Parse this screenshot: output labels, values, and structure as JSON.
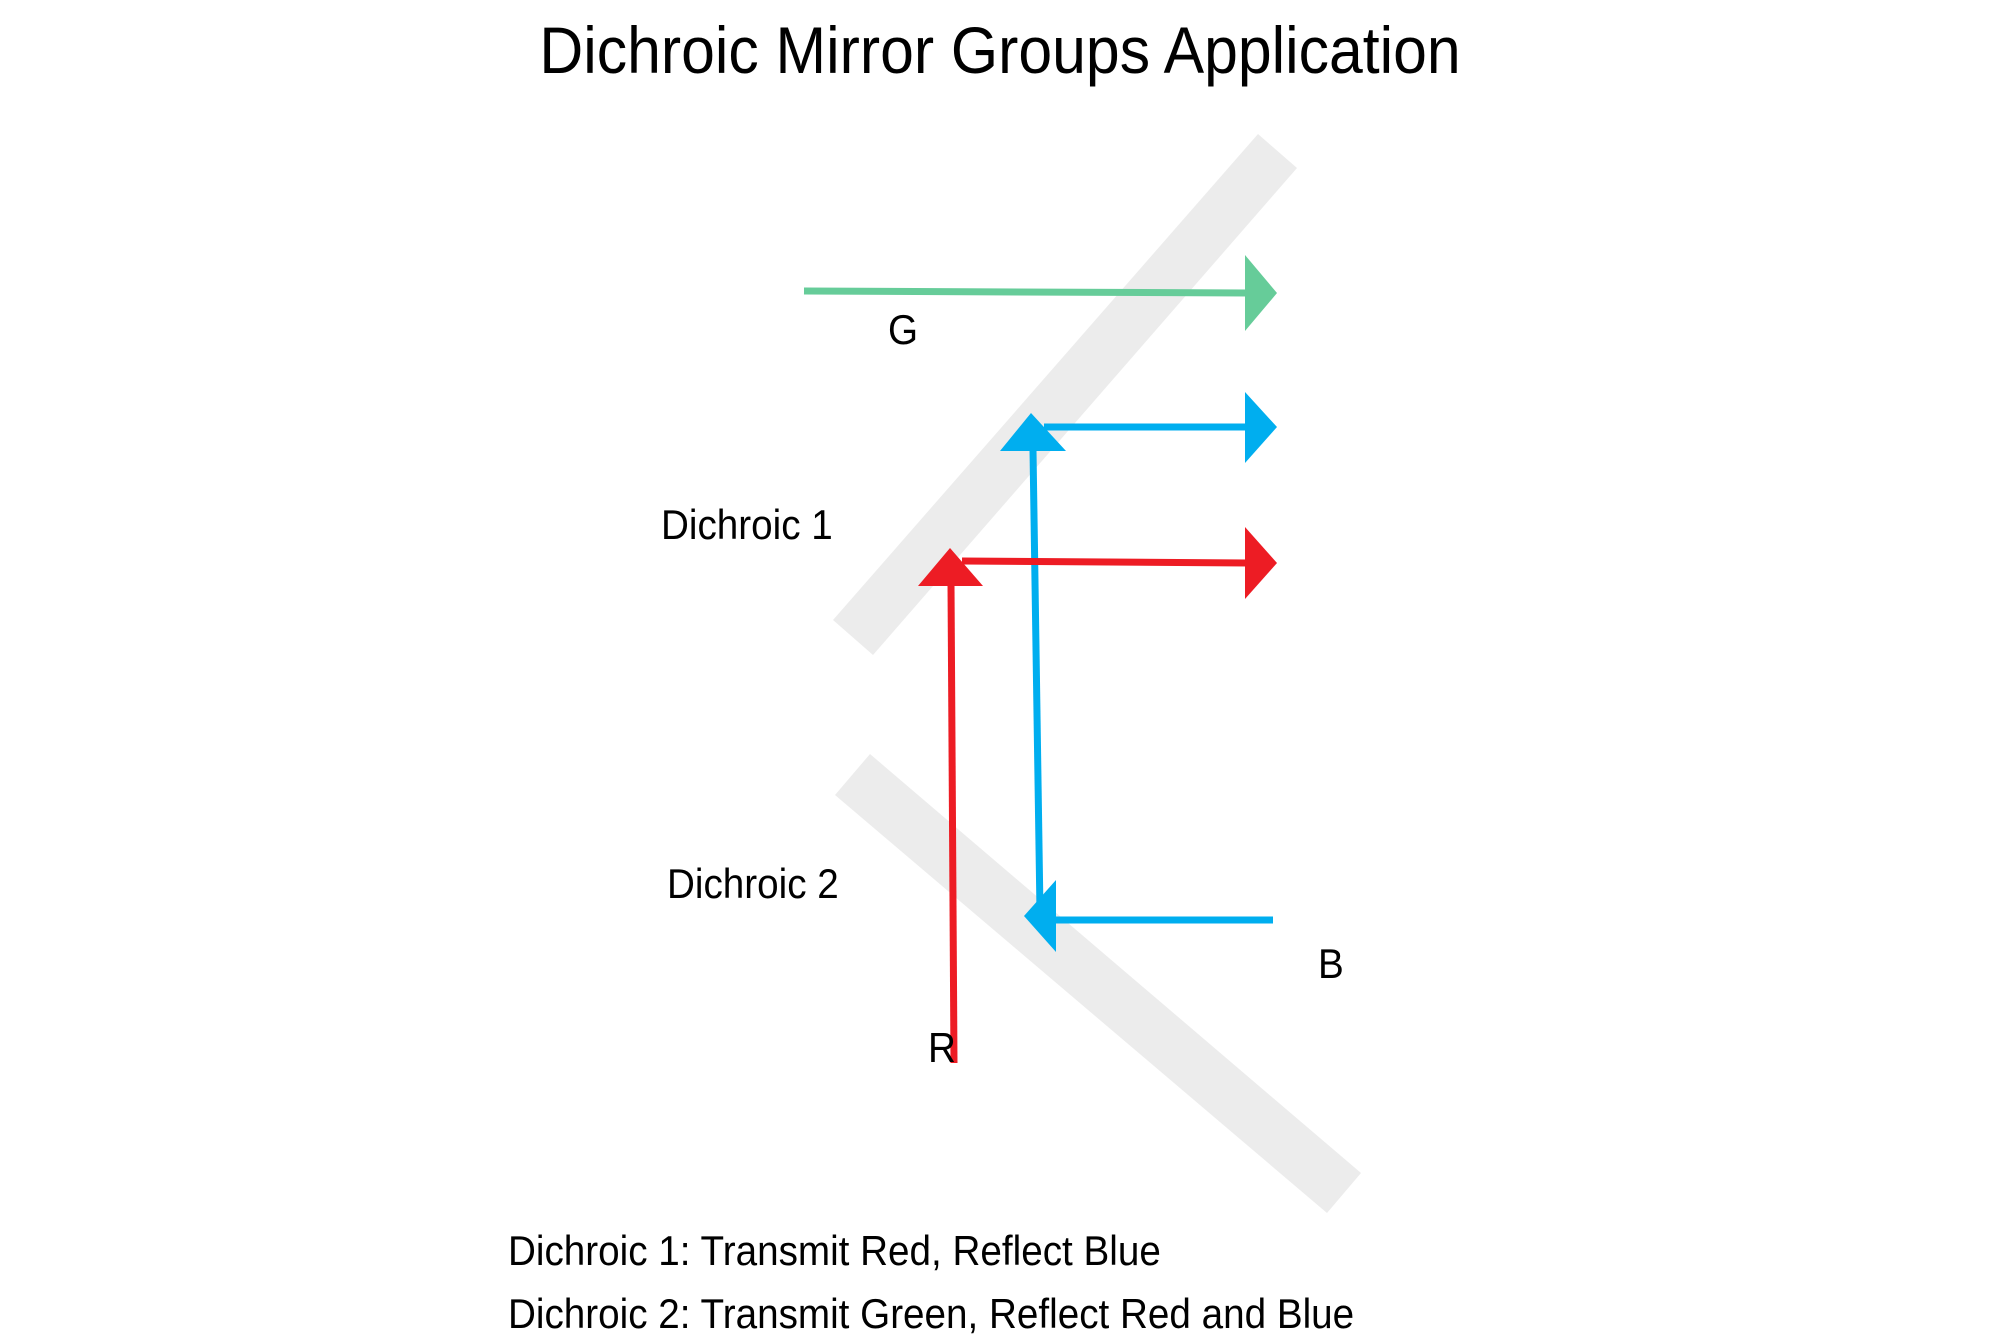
{
  "title": "Dichroic Mirror Groups Application",
  "colors": {
    "background": "#ffffff",
    "mirror": "#ececec",
    "green": "#66cc99",
    "blue": "#00aeef",
    "red": "#ed1c24",
    "text": "#000000"
  },
  "mirrors": [
    {
      "id": "dichroic-1",
      "label": "Dichroic 1",
      "orientation": "/"
    },
    {
      "id": "dichroic-2",
      "label": "Dichroic 2",
      "orientation": "\\"
    }
  ],
  "beams": {
    "green": {
      "label": "G"
    },
    "blue": {
      "label": "B"
    },
    "red": {
      "label": "R"
    }
  },
  "notes": [
    "Dichroic 1: Transmit Red, Reflect Blue",
    "Dichroic 2: Transmit Green, Reflect Red and Blue"
  ]
}
